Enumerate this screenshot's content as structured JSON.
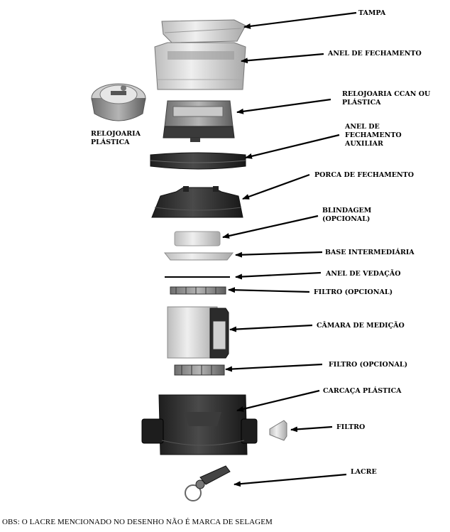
{
  "labels": {
    "tampa": "TAMPA",
    "anel_fechamento": "ANEL DE FECHAMENTO",
    "relojoaria_ccan_1": "RELOJOARIA CCAN OU",
    "relojoaria_ccan_2": "PLÁSTICA",
    "anel_aux_1": "ANEL DE",
    "anel_aux_2": "FECHAMENTO",
    "anel_aux_3": "AUXILIAR",
    "relojoaria_plastica_1": "RELOJOARIA",
    "relojoaria_plastica_2": "PLÁSTICA",
    "porca": "PORCA DE FECHAMENTO",
    "blindagem_1": "BLINDAGEM",
    "blindagem_2": "(OPCIONAL)",
    "base": "BASE INTERMEDIÁRIA",
    "anel_vedacao": "ANEL DE VEDAÇÃO",
    "filtro_opcional_1": "FILTRO (OPCIONAL)",
    "camara": "CÂMARA DE MEDIÇÃO",
    "filtro_opcional_2": "FILTRO (OPCIONAL)",
    "carcaca": "CARCAÇA PLÁSTICA",
    "filtro": "FILTRO",
    "lacre": "LACRE"
  },
  "note": "OBS: O LACRE MENCIONADO NO DESENHO NÃO É MARCA DE SELAGEM",
  "colors": {
    "dark_part": "#2b2b2b",
    "light_part": "#d6d6d6",
    "mid_part": "#8c8c8c",
    "arrow": "#000000"
  }
}
